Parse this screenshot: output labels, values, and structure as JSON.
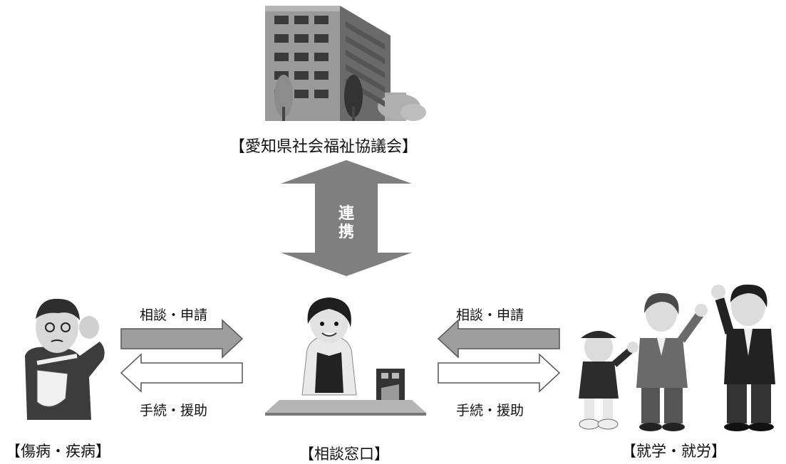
{
  "org_label": "【愛知県社会福祉協議会】",
  "link_label": "連携",
  "left_top_label": "相談・申請",
  "left_bottom_label": "手続・援助",
  "right_top_label": "相談・申請",
  "right_bottom_label": "手続・援助",
  "left_group_label": "【傷病・疾病】",
  "center_label": "【相談窓口】",
  "right_group_label": "【就学・就労】"
}
